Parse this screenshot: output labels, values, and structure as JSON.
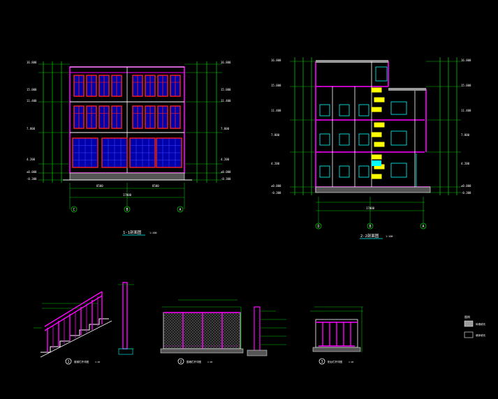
{
  "drawings": {
    "front_elevation": {
      "title": "1-1剖面图",
      "scale": "1:100",
      "axes": [
        "C",
        "B",
        "A"
      ],
      "dims_left": [
        "16.800",
        "15.000",
        "11.400",
        "7.800",
        "4.200",
        "±0.000",
        "-0.300"
      ],
      "dims_right": [
        "16.800",
        "15.000",
        "11.400",
        "7.800",
        "4.200",
        "±0.000",
        "-0.300"
      ],
      "dims_bottom": [
        "8500",
        "8500",
        "17000"
      ]
    },
    "section": {
      "title": "2-2剖面图",
      "scale": "1:100",
      "axes": [
        "D",
        "B",
        "A"
      ],
      "dims_left": [
        "16.800",
        "15.000",
        "11.400",
        "7.800",
        "4.200",
        "±0.000",
        "-0.300"
      ],
      "dims_right": [
        "16.800",
        "15.000",
        "11.400",
        "7.800",
        "4.200",
        "±0.000",
        "-0.300"
      ],
      "dims_bottom": [
        "17000"
      ]
    },
    "details": [
      {
        "number": "1",
        "title": "楼梯栏杆详图",
        "scale": "1:20"
      },
      {
        "number": "2",
        "title": "围墙栏杆详图",
        "scale": "1:20"
      },
      {
        "number": "3",
        "title": "阳台栏杆详图",
        "scale": "1:20"
      }
    ]
  },
  "legend": {
    "title": "图例",
    "items": [
      {
        "label": "砖墙填充",
        "color": "#9a9a9a"
      },
      {
        "label": "墙体填充",
        "color": "#000000"
      }
    ]
  },
  "colors": {
    "background": "#000000",
    "primary_line": "#ffffff",
    "magenta": "#ff00ff",
    "blue": "#0000ff",
    "red": "#ff2020",
    "green": "#00c000",
    "cyan": "#00ffff",
    "yellow": "#ffff00"
  }
}
